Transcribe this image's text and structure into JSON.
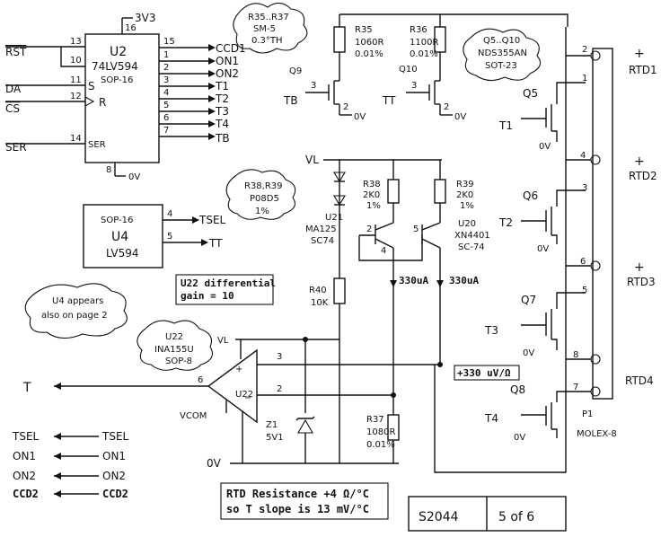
{
  "chip_u2": {
    "name": "U2",
    "part": "74LV594",
    "package": "SOP-16",
    "vcc": "3V3",
    "vcc_pin": "16",
    "gnd_pin": "8",
    "gnd": "0V",
    "inputs": [
      {
        "signal": "RST",
        "pin": "13",
        "label": ""
      },
      {
        "signal": "",
        "pin": "10",
        "label": ""
      },
      {
        "signal": "DA",
        "pin": "11",
        "label": "S"
      },
      {
        "signal": "CS",
        "pin": "12",
        "label": "R"
      },
      {
        "signal": "SER",
        "pin": "14",
        "label": "SER"
      }
    ],
    "outputs": [
      {
        "pin": "15",
        "signal": "CCD1"
      },
      {
        "pin": "1",
        "signal": "ON1"
      },
      {
        "pin": "2",
        "signal": "ON2"
      },
      {
        "pin": "3",
        "signal": "T1"
      },
      {
        "pin": "4",
        "signal": "T2"
      },
      {
        "pin": "5",
        "signal": "T3"
      },
      {
        "pin": "6",
        "signal": "T4"
      },
      {
        "pin": "7",
        "signal": "TB"
      }
    ]
  },
  "chip_u4": {
    "name": "U4",
    "part": "LV594",
    "package": "SOP-16",
    "outputs": [
      {
        "pin": "4",
        "signal": "TSEL"
      },
      {
        "pin": "5",
        "signal": "TT"
      }
    ]
  },
  "notes": {
    "r35_r37": [
      "R35..R37",
      "SM-5",
      "0.3°TH"
    ],
    "q5_q10": [
      "Q5..Q10",
      "NDS355AN",
      "SOT-23"
    ],
    "r38_r39": [
      "R38,R39",
      "P08D5",
      "1%"
    ],
    "u4_page": [
      "U4 appears",
      "also on page 2"
    ],
    "u22": [
      "U22",
      "INA155U",
      "SOP-8"
    ]
  },
  "boxes": {
    "u22_gain": [
      "U22 differential",
      "gain = 10"
    ],
    "rtd_resistance": [
      "RTD Resistance +4 Ω/°C",
      "so T slope is 13 mV/°C"
    ],
    "voltage_per_ohm": "+330 uV/Ω"
  },
  "components": {
    "r35": {
      "name": "R35",
      "value": "1060R",
      "tol": "0.01%"
    },
    "r36": {
      "name": "R36",
      "value": "1100R",
      "tol": "0.01%"
    },
    "r37": {
      "name": "R37",
      "value": "1080R",
      "tol": "0.01%"
    },
    "r38": {
      "name": "R38",
      "value": "2K0",
      "tol": "1%"
    },
    "r39": {
      "name": "R39",
      "value": "2K0",
      "tol": "1%"
    },
    "r40": {
      "name": "R40",
      "value": "10K"
    },
    "u21": {
      "name": "U21",
      "part": "MA125",
      "package": "SC74"
    },
    "u20": {
      "name": "U20",
      "part": "XN4401",
      "package": "SC-74"
    },
    "z1": {
      "name": "Z1",
      "value": "5V1"
    },
    "u22_chip": {
      "name": "U22",
      "pins": {
        "vl": "VL",
        "vcom": "VCOM",
        "out": "T"
      }
    },
    "q9": "Q9",
    "q10": "Q10",
    "q5": "Q5",
    "q6": "Q6",
    "q7": "Q7",
    "q8": "Q8"
  },
  "labels": {
    "vl": "VL",
    "ov": "0V",
    "current": "330uA",
    "tb": "TB",
    "tt": "TT",
    "t1": "T1",
    "t2": "T2",
    "t3": "T3",
    "t4": "T4",
    "t_out": "T",
    "plus": "+",
    "minus": "−"
  },
  "connector": {
    "name": "P1",
    "part": "MOLEX-8",
    "rtds": [
      "RTD1",
      "RTD2",
      "RTD3",
      "RTD4"
    ]
  },
  "bottom_left": {
    "rows": [
      {
        "left": "TSEL",
        "right": "TSEL"
      },
      {
        "left": "ON1",
        "right": "ON1"
      },
      {
        "left": "ON2",
        "right": "ON2"
      },
      {
        "left": "CCD2",
        "right": "CCD2"
      }
    ]
  },
  "title_block": {
    "doc": "S2044",
    "page": "5 of 6"
  }
}
